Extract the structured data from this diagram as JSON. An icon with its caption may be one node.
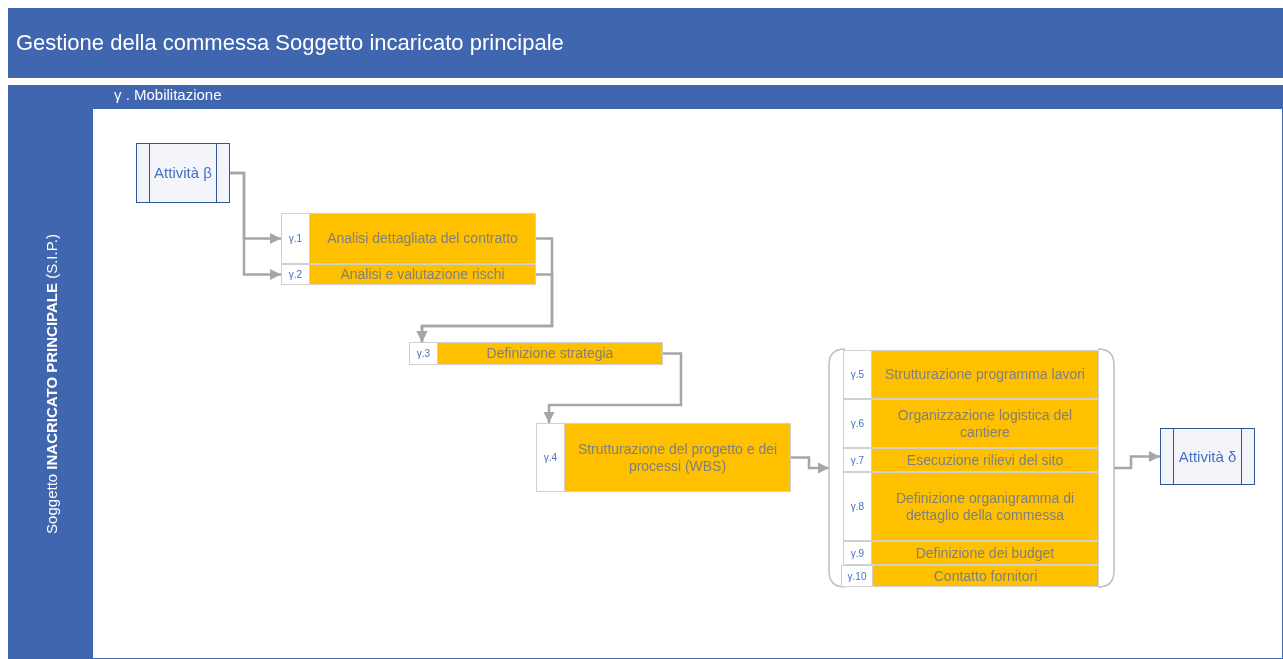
{
  "diagram": {
    "title": "Gestione della commessa Soggetto incaricato principale",
    "nodes": [
      {
        "text": [
          "Soggetto **INACRICATO PRINCIPALE** (S.I.P.)"
        ]
      },
      {
        "text": [
          "Attività β"
        ],
        "in": 0
      },
      {
        "text": [
          "γ.1",
          "Analisi dettagliata del contratto"
        ],
        "in": 0
      },
      {
        "text": [
          "γ.2",
          "Analisi e valutazione rischi"
        ],
        "in": 0
      },
      {
        "text": [
          "γ.3",
          "Definizione strategia"
        ],
        "in": 0
      },
      {
        "text": [
          "γ.4",
          "Strutturazione del progetto e dei processi (WBS)"
        ],
        "in": 0
      },
      {
        "text": [],
        "shape": "box",
        "in": 0
      },
      {
        "text": [
          "γ.5",
          "Strutturazione programma lavori"
        ],
        "in": 6
      },
      {
        "text": [
          "γ.6",
          "Organizzazione logistica del cantiere"
        ],
        "in": 6
      },
      {
        "text": [
          "γ.7",
          "Esecuzione rilievi del sito"
        ],
        "in": 6
      },
      {
        "text": [
          "γ.8",
          "Definizione organigramma di dettaglio della commessa"
        ],
        "in": 6
      },
      {
        "text": [
          "γ.9",
          "Definizione dei budget"
        ],
        "in": 6
      },
      {
        "text": [
          "γ.10",
          "Contatto fornitori"
        ],
        "in": 6
      },
      {
        "text": [
          "Attività δ"
        ],
        "in": 0
      }
    ],
    "edges": [
      {
        "from": 1,
        "to": 2,
        "arrow": "to"
      },
      {
        "from": 1,
        "to": 3,
        "arrow": "to"
      },
      {
        "from": 2,
        "to": 4,
        "arrow": "to"
      },
      {
        "from": 3,
        "to": 4,
        "arrow": "to"
      },
      {
        "from": 4,
        "to": 5,
        "arrow": "to"
      },
      {
        "from": 5,
        "to": 6,
        "arrow": "to"
      },
      {
        "from": 6,
        "to": 13,
        "arrow": "to"
      }
    ],
    "labels": [
      "γ . Mobilitazione"
    ]
  }
}
